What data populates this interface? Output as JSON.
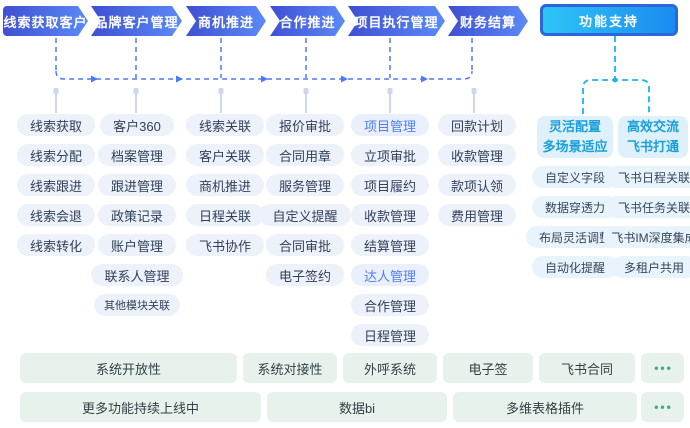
{
  "flow": {
    "steps": [
      "线索获取客户",
      "品牌客户管理",
      "商机推进",
      "合作推进",
      "项目执行管理",
      "财务结算"
    ],
    "support_button": "功能支持"
  },
  "modules": {
    "cols": [
      {
        "items": [
          "线索获取",
          "线索分配",
          "线索跟进",
          "线索会退",
          "线索转化"
        ]
      },
      {
        "items": [
          "客户360",
          "档案管理",
          "跟进管理",
          "政策记录",
          "账户管理",
          "联系人管理",
          "其他模块关联"
        ]
      },
      {
        "items": [
          "线索关联",
          "客户关联",
          "商机推进",
          "日程关联",
          "飞书协作"
        ]
      },
      {
        "items": [
          "报价审批",
          "合同用章",
          "服务管理",
          "自定义提醒",
          "合同审批",
          "电子签约"
        ]
      },
      {
        "items": [
          "项目管理",
          "立项审批",
          "项目履约",
          "收款管理",
          "结算管理",
          "达人管理",
          "合作管理",
          "日程管理"
        ]
      },
      {
        "items": [
          "回款计划",
          "收款管理",
          "款项认领",
          "费用管理"
        ]
      }
    ],
    "highlighted": [
      "项目管理",
      "达人管理"
    ]
  },
  "support_panel": {
    "groups": [
      {
        "title_line1": "灵活配置",
        "title_line2": "多场景适应",
        "items": [
          "自定义字段",
          "数据穿透力",
          "布局灵活调整",
          "自动化提醒"
        ]
      },
      {
        "title_line1": "高效交流",
        "title_line2": "飞书打通",
        "items": [
          "飞书日程关联",
          "飞书任务关联",
          "飞书IM深度集成",
          "多租户共用"
        ]
      }
    ]
  },
  "footer": {
    "row1": [
      "系统开放性",
      "系统对接性",
      "外呼系统",
      "电子签",
      "飞书合同",
      "•••"
    ],
    "row2": [
      "更多功能持续上线中",
      "数据bi",
      "多维表格插件",
      "•••"
    ]
  },
  "colors": {
    "flow_gradient_start": "#3f4fd1",
    "flow_gradient_end": "#5b8bf8",
    "support_border": "#2c66d9",
    "support_cyan": "#1ab2ee",
    "connector_blue": "#4d79f6",
    "pin_gray": "#cdd8ee",
    "pill_bg": "#edf1f9",
    "pill_text": "#31405c",
    "highlight_text": "#4e7df6",
    "group_title_text": "#1b9fdb",
    "group_bg": "#def0fa",
    "green_box_bg": "#e7f2ed",
    "dots_green": "#3fa884"
  }
}
